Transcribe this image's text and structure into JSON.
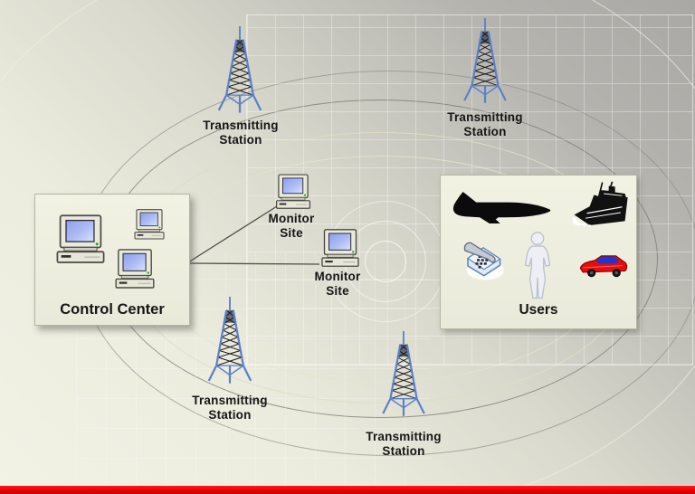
{
  "diagram": {
    "control_center": {
      "label": "Control Center"
    },
    "monitor_sites": [
      {
        "line1": "Monitor",
        "line2": "Site"
      },
      {
        "line1": "Monitor",
        "line2": "Site"
      }
    ],
    "stations": [
      {
        "line1": "Transmitting",
        "line2": "Station"
      },
      {
        "line1": "Transmitting",
        "line2": "Station"
      },
      {
        "line1": "Transmitting",
        "line2": "Station"
      },
      {
        "line1": "Transmitting",
        "line2": "Station"
      }
    ],
    "users": {
      "label": "Users",
      "icons": [
        "airplane-icon",
        "ship-icon",
        "telephone-icon",
        "person-icon",
        "car-icon"
      ]
    },
    "colors": {
      "tower_blue": "#5b80c8",
      "panel_fill": "#eeeedd",
      "accent_bar_red": "#e60000",
      "car_red": "#e60d0d",
      "screen_blue": "#94a4ec"
    }
  }
}
